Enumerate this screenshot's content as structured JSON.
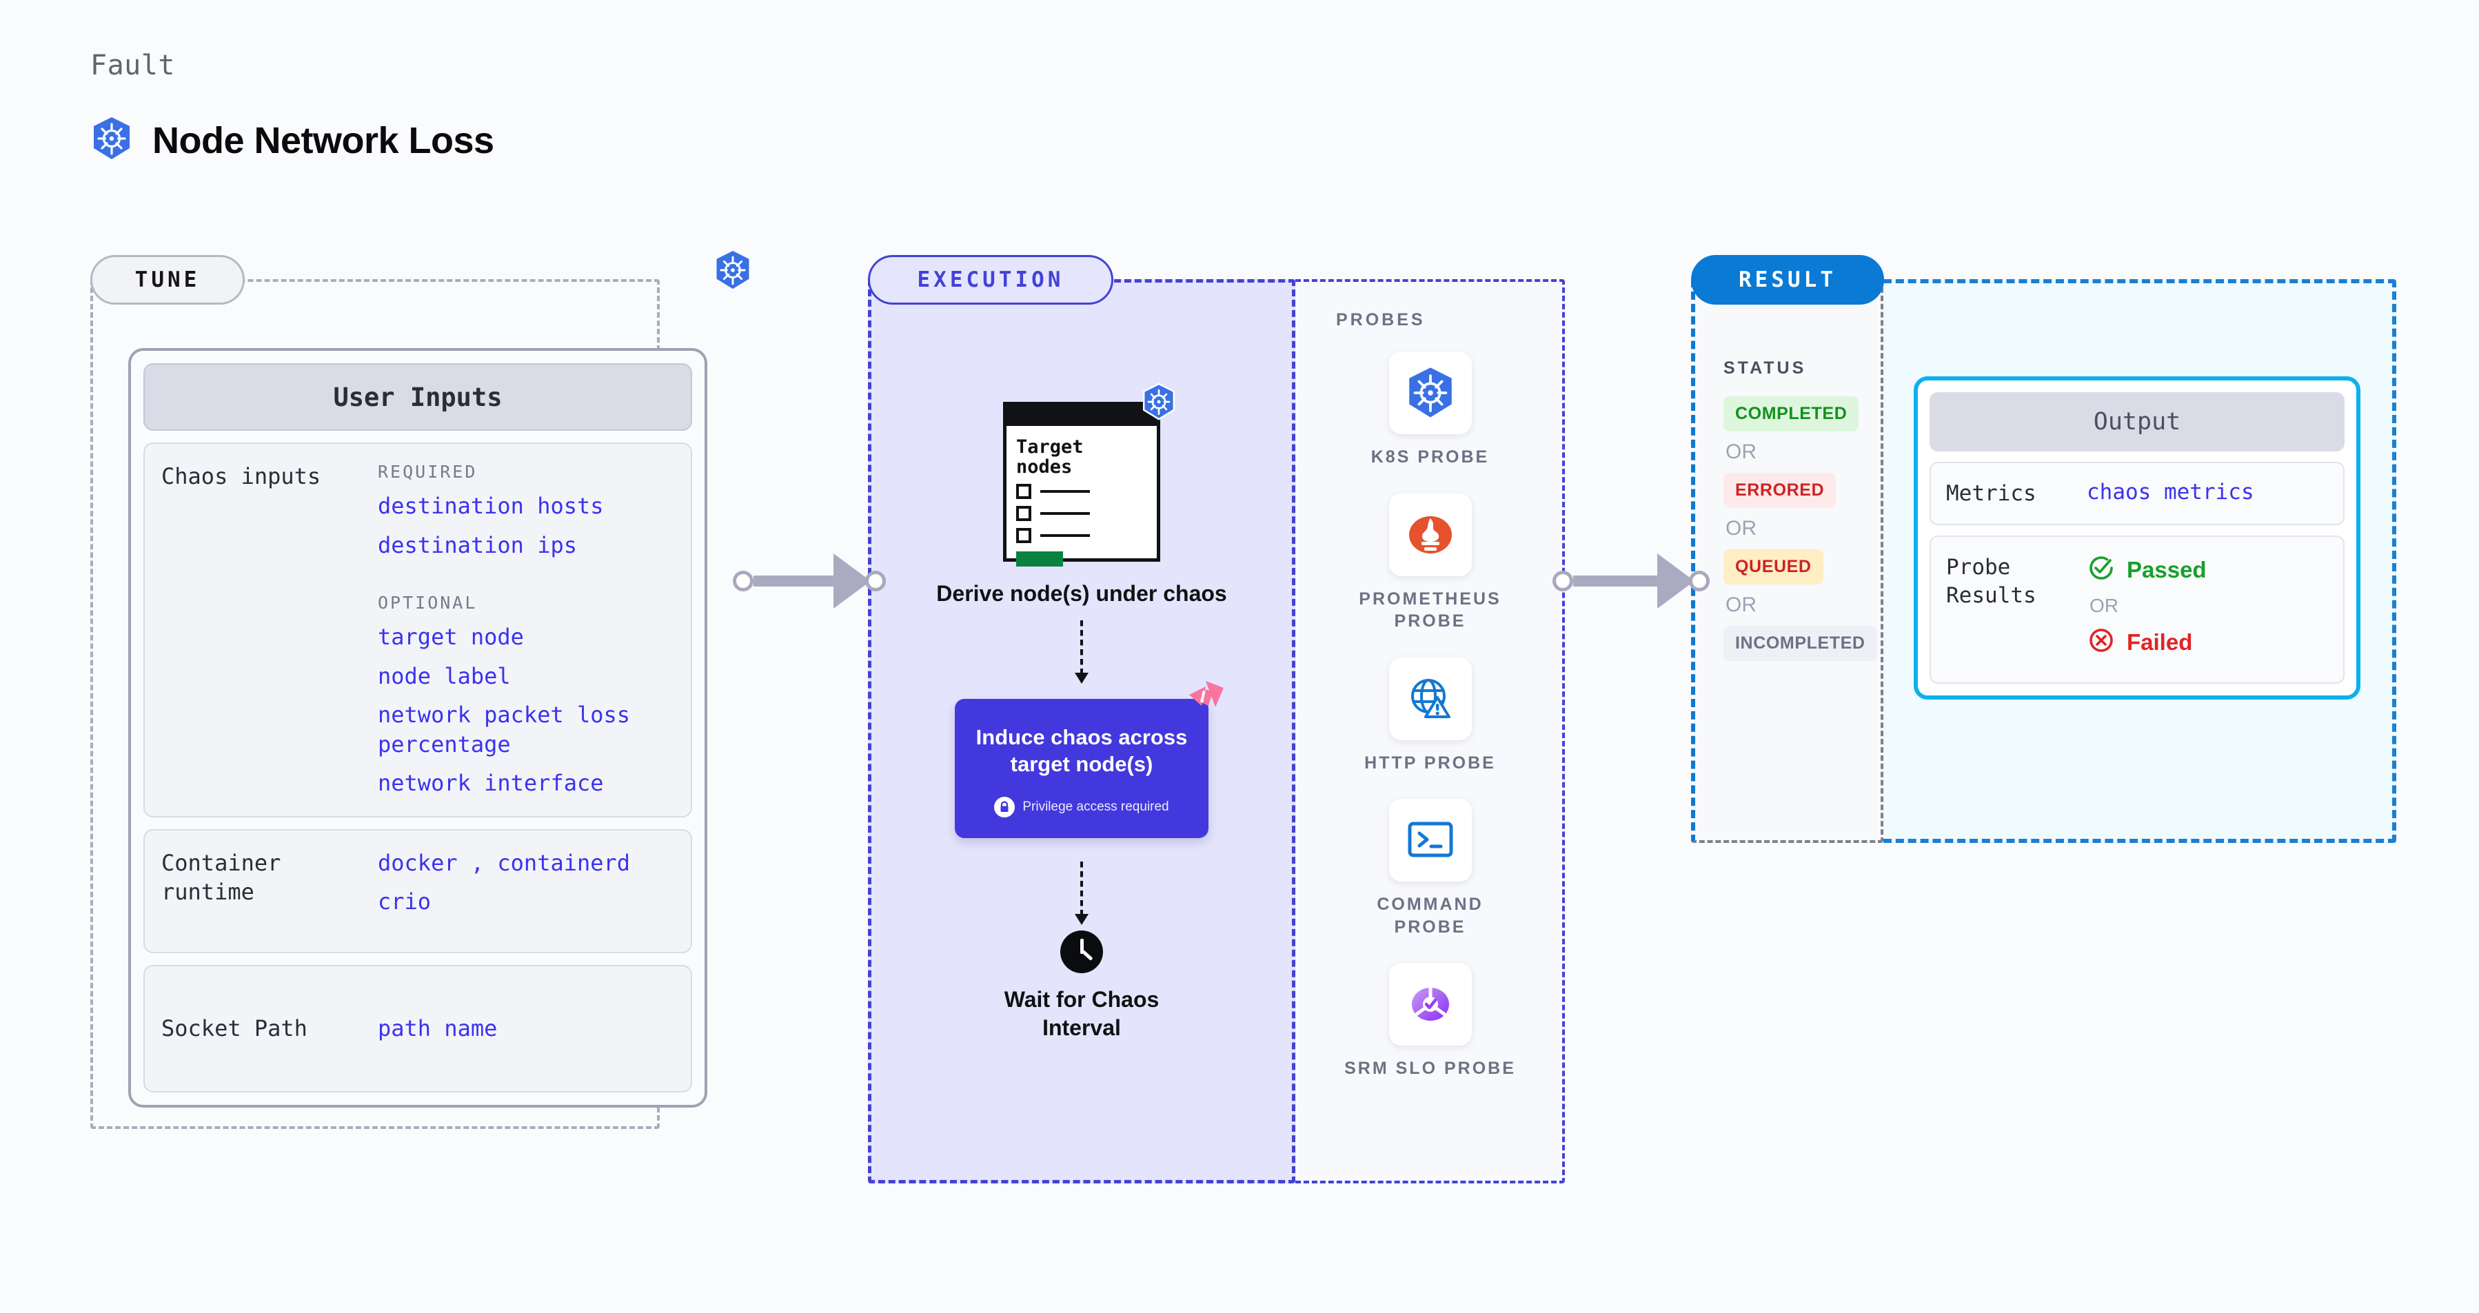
{
  "header": {
    "kicker": "Fault",
    "title": "Node Network Loss",
    "logo_icon": "kubernetes-icon"
  },
  "stages": {
    "tune": {
      "label": "TUNE",
      "k8s_badge_icon": "kubernetes-icon"
    },
    "execution": {
      "label": "EXECUTION"
    },
    "result": {
      "label": "RESULT"
    }
  },
  "tune": {
    "card_title": "User Inputs",
    "rows": [
      {
        "label": "Chaos inputs",
        "groups": [
          {
            "title": "REQUIRED",
            "values": [
              "destination hosts",
              "destination ips"
            ]
          },
          {
            "title": "OPTIONAL",
            "values": [
              "target node",
              "node label",
              "network packet loss percentage",
              "network interface"
            ]
          }
        ]
      },
      {
        "label": "Container runtime",
        "values": [
          "docker , containerd",
          "crio"
        ]
      },
      {
        "label": "Socket Path",
        "values": [
          "path name"
        ]
      }
    ]
  },
  "execution": {
    "node_card": {
      "title": "Target nodes",
      "badge_icon": "kubernetes-icon",
      "checkbox_count": 3
    },
    "step_1_caption": "Derive node(s) under chaos",
    "chaos_box": {
      "title": "Induce chaos across target node(s)",
      "note": "Privilege access required",
      "note_icon": "lock-icon",
      "corner_icon": "harness-logo-icon",
      "color": "#4338dd"
    },
    "wait_step": {
      "icon": "clock-icon",
      "caption": "Wait for Chaos Interval"
    }
  },
  "probes": {
    "heading": "PROBES",
    "items": [
      {
        "name": "K8S PROBE",
        "icon": "kubernetes-icon"
      },
      {
        "name": "PROMETHEUS PROBE",
        "icon": "prometheus-icon"
      },
      {
        "name": "HTTP PROBE",
        "icon": "globe-warning-icon"
      },
      {
        "name": "COMMAND PROBE",
        "icon": "terminal-icon"
      },
      {
        "name": "SRM SLO PROBE",
        "icon": "srm-slo-icon"
      }
    ]
  },
  "status": {
    "heading": "STATUS",
    "separator": "OR",
    "badges": [
      {
        "label": "COMPLETED",
        "bg": "#ddf6dd",
        "fg": "#14901d"
      },
      {
        "label": "ERRORED",
        "bg": "#fdeaea",
        "fg": "#cf2222"
      },
      {
        "label": "QUEUED",
        "bg": "#fdeec4",
        "fg": "#cf2222"
      },
      {
        "label": "INCOMPLETED",
        "bg": "#eef0f5",
        "fg": "#6d7183"
      }
    ]
  },
  "output": {
    "card_title": "Output",
    "metrics_label": "Metrics",
    "metrics_value": "chaos metrics",
    "probe_results_label": "Probe Results",
    "passed_label": "Passed",
    "passed_icon": "check-circle-icon",
    "failed_label": "Failed",
    "failed_icon": "x-circle-icon",
    "separator": "OR"
  },
  "colors": {
    "accent_purple": "#4342d6",
    "accent_blue": "#0a7ad4",
    "accent_cyan": "#0cb0ee",
    "value_blue": "#3b32f0",
    "k8s_blue": "#3970e4",
    "harness_pink": "#f9749f"
  }
}
